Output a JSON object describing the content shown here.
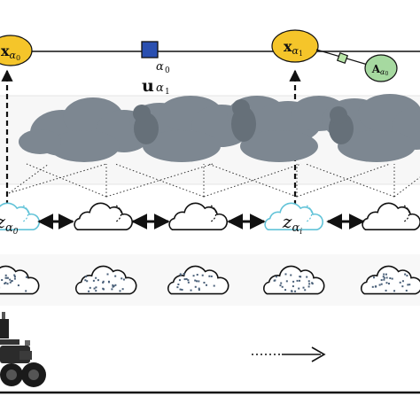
{
  "factor_graph": {
    "nodes": [
      {
        "id": "x0",
        "base": "x",
        "sub": "α",
        "subsub": "0",
        "color": "#f5c52a"
      },
      {
        "id": "x1",
        "base": "x",
        "sub": "α",
        "subsub": "1",
        "color": "#f5c52a"
      },
      {
        "id": "A0",
        "base": "A",
        "sub": "α",
        "subsub": "0",
        "color": "#a6d9a0"
      }
    ],
    "odometry_factor": {
      "base": "u",
      "sub": "α",
      "subsub": "1",
      "sup": "α",
      "supsub": "0",
      "color": "#2a4fb0"
    },
    "attribute_factor": {
      "color": "#b9e6a8"
    }
  },
  "latent": {
    "labeled": [
      {
        "id": "z0",
        "base": "z",
        "sub": "α",
        "subsub": "0"
      },
      {
        "id": "zi",
        "base": "z",
        "sub": "α",
        "subsub": "i"
      }
    ],
    "highlight_color": "#62c3d8"
  },
  "colors": {
    "ink": "#111111",
    "storm": "#7d8791",
    "storm_dark": "#667079",
    "band": "#f7f7f7",
    "dots": "#4a6079"
  },
  "icons": {
    "storm_clouds": "storm-cloud-icon",
    "latent_clouds": "cloud-outline-icon",
    "point_clouds": "point-cloud-icon",
    "robot": "robot-icon",
    "motion": "right-arrow-icon"
  }
}
